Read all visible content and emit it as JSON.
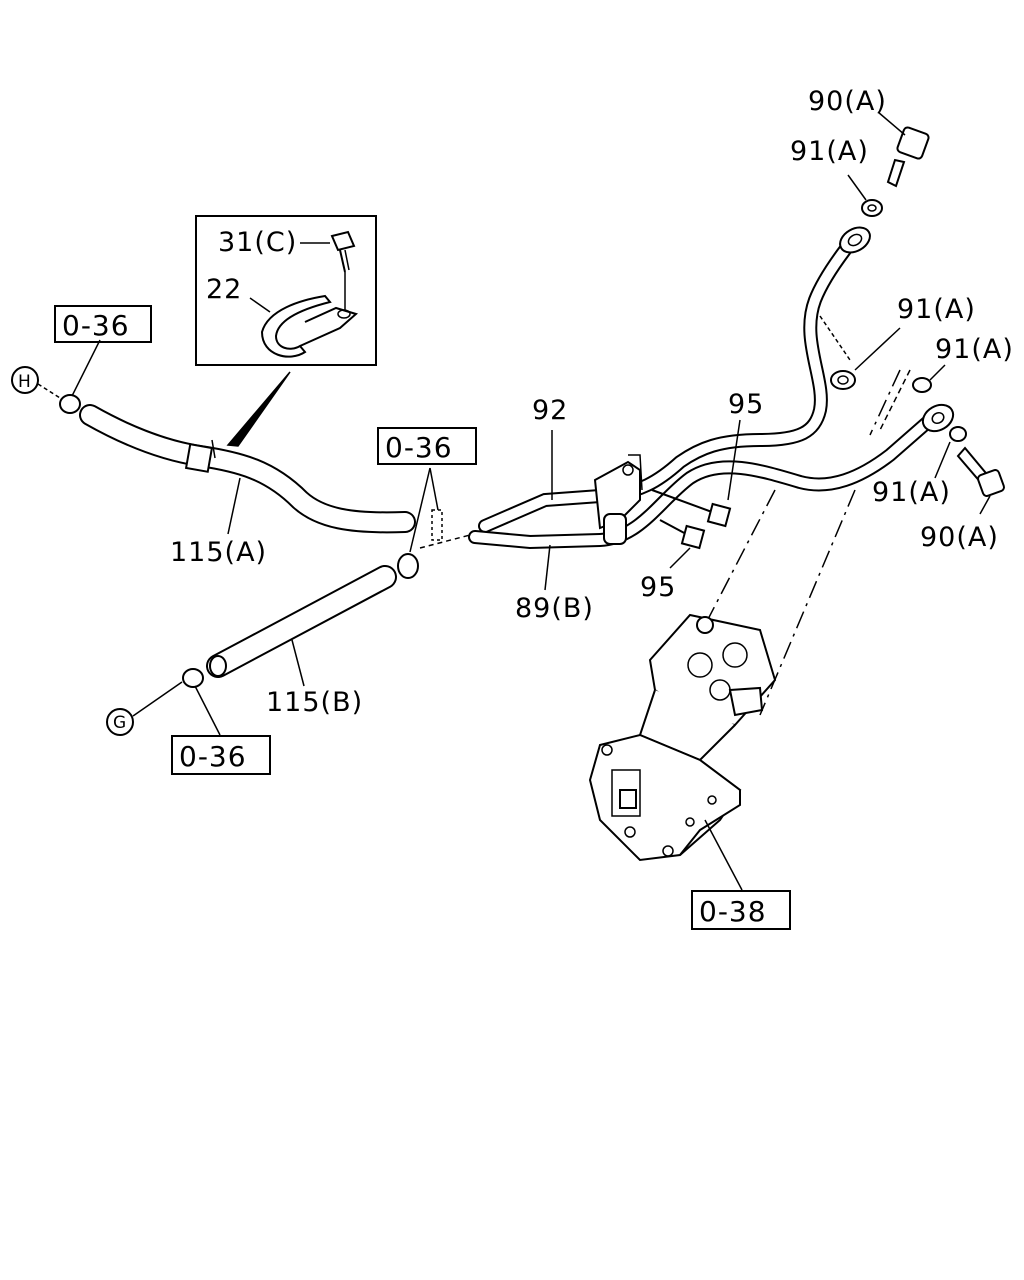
{
  "callouts": {
    "bolt_90a_top": "90(A)",
    "washer_91a_top": "91(A)",
    "detail_bolt_31c": "31(C)",
    "detail_clip_22": "22",
    "washer_91a_mid": "91(A)",
    "washer_91a_right": "91(A)",
    "washer_91a_lower": "91(A)",
    "bolt_90a_lower": "90(A)",
    "pipe_92": "92",
    "bolt_95_upper": "95",
    "bolt_95_lower": "95",
    "pipe_89b": "89(B)",
    "hose_115a": "115(A)",
    "hose_115b": "115(B)"
  },
  "references": {
    "ref_upper_left": "0-36",
    "ref_center": "0-36",
    "ref_lower_left": "0-36",
    "ref_compressor": "0-38"
  },
  "connectors": {
    "h": "H",
    "g": "G"
  }
}
